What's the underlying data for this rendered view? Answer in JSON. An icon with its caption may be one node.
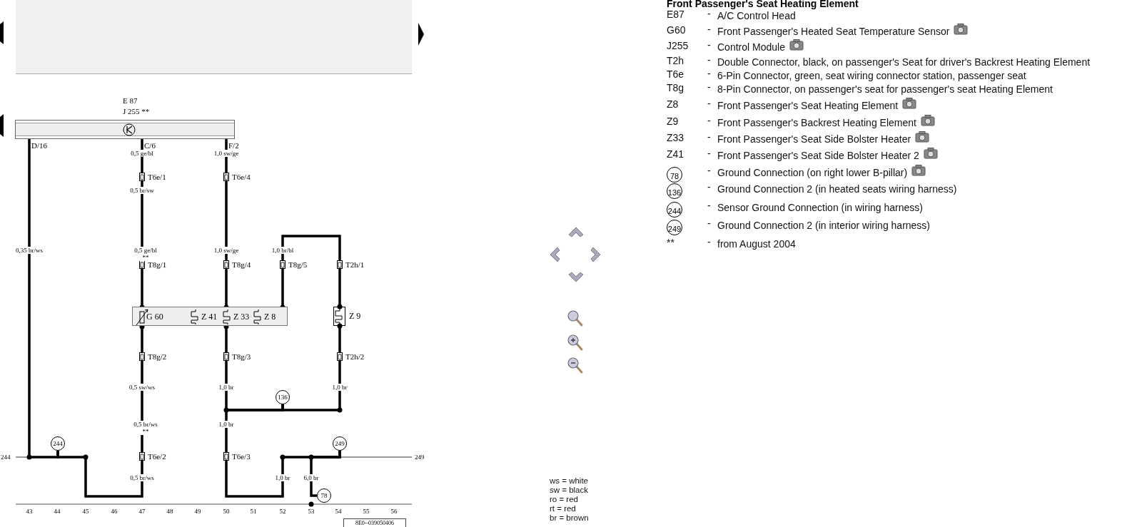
{
  "diagram": {
    "title": "Front Passenger's Seat Heating Element",
    "nodes": [
      {
        "text": [
          "E 87",
          "J 255 **"
        ]
      },
      {
        "text": [],
        "shape": "box"
      },
      {
        "text": [
          "G 60"
        ],
        "in": 1
      },
      {
        "text": [
          "Z 41"
        ],
        "in": 1
      },
      {
        "text": [
          "Z 33"
        ],
        "in": 1
      },
      {
        "text": [
          "Z 8"
        ],
        "in": 1
      },
      {
        "text": [
          "Z 9"
        ]
      },
      {
        "text": [
          "244"
        ]
      },
      {
        "text": [
          "136"
        ]
      },
      {
        "text": [
          "249"
        ]
      },
      {
        "text": [
          "78"
        ]
      }
    ],
    "edges": [
      {
        "from": 0,
        "to": 7,
        "arrow": "none"
      },
      {
        "from": 0,
        "to": 2,
        "arrow": "other"
      },
      {
        "from": 0,
        "to": 4,
        "arrow": "other"
      },
      {
        "from": 5,
        "to": 6,
        "arrow": "other"
      },
      {
        "from": 2,
        "to": 7,
        "arrow": "other"
      },
      {
        "from": 4,
        "to": 8,
        "arrow": "other"
      },
      {
        "from": 6,
        "to": 8,
        "arrow": "other"
      },
      {
        "from": 8,
        "to": 9,
        "arrow": "none"
      },
      {
        "from": 9,
        "to": 10,
        "arrow": "none"
      }
    ],
    "labels": [
      "D/16",
      "C/6",
      "F/2",
      "0,5 ge/bl",
      "1,0 sw/ge",
      "T6e/1",
      "T6e/4",
      "0,5 br/sw",
      "0,35 br/ws",
      "0,5 ge/bl **",
      "1,0 sw/ge",
      "1,0 br/bl",
      "T8g/1",
      "T8g/4",
      "T8g/5",
      "T2h/1",
      "T8g/2",
      "T8g/3",
      "T2h/2",
      "0,5 sw/ws",
      "1,0 br",
      "1,0 br",
      "0,5 br/ws **",
      "1,0 br",
      "244",
      "T6e/2",
      "T6e/3",
      "249",
      "0,5 br/ws",
      "1,0 br",
      "6,0 br",
      "43",
      "44",
      "45",
      "46",
      "47",
      "48",
      "49",
      "50",
      "51",
      "52",
      "53",
      "54",
      "55",
      "56",
      "8E0--039050406",
      "E87",
      "-",
      "A/C Control Head",
      "G60",
      "-",
      "Front Passenger's Heated Seat Temperature Sensor",
      "J255",
      "-",
      "Control Module",
      "T2h",
      "-",
      "Double Connector, black, on passenger's Seat for driver's Backrest Heating Element",
      "T6e",
      "-",
      "6-Pin Connector, green, seat wiring connector station, passenger seat",
      "T8g",
      "-",
      "8-Pin Connector, on passenger's seat for passenger's seat Heating Element",
      "Z8",
      "-",
      "Front Passenger's Seat Heating Element",
      "Z9",
      "-",
      "Front Passenger's Backrest Heating Element",
      "Z33",
      "-",
      "Front Passenger's Seat Side Bolster Heater",
      "Z41",
      "-",
      "Front Passenger's Seat Side Bolster Heater 2",
      "78",
      "-",
      "Ground Connection (on right lower B-pillar)",
      "136",
      "-",
      "Ground Connection 2 (in heated seats wiring harness)",
      "244",
      "-",
      "Sensor Ground Connection (in wiring harness)",
      "249",
      "-",
      "Ground Connection 2 (in interior wiring harness)",
      "**",
      "-",
      "from August 2004",
      "ws = white",
      "sw = black",
      "ro = red",
      "rt = red",
      "br = brown"
    ]
  }
}
